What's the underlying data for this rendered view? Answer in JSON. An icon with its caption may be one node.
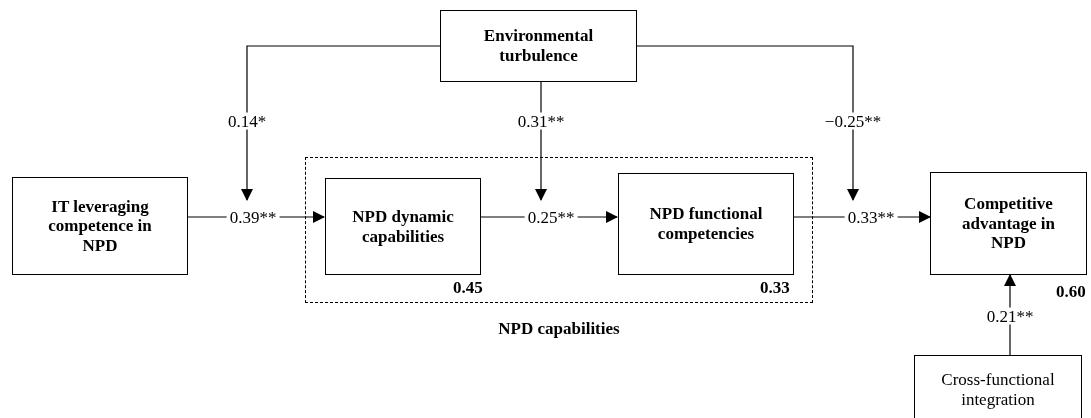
{
  "diagram": {
    "nodes": [
      {
        "text": [
          "Environmental turbulence"
        ]
      },
      {
        "text": [
          "IT leveraging competence in NPD"
        ]
      },
      {
        "text": [
          "NPD capabilities"
        ]
      },
      {
        "text": [
          "NPD dynamic capabilities"
        ],
        "in": 2,
        "beside": [
          "0.45"
        ]
      },
      {
        "text": [
          "NPD functional competencies"
        ],
        "in": 2,
        "beside": [
          "0.33"
        ]
      },
      {
        "text": [
          "Competitive advantage in NPD"
        ],
        "beside": [
          "0.60"
        ]
      },
      {
        "text": [
          "Cross-functional integration"
        ]
      }
    ],
    "edges": [
      {
        "from": 1,
        "to": 3,
        "arrow": "to",
        "label": "0.39**"
      },
      {
        "from": 3,
        "to": 4,
        "arrow": "to",
        "label": "0.25**"
      },
      {
        "from": 4,
        "to": 5,
        "arrow": "to",
        "label": "0.33**"
      },
      {
        "from": 6,
        "to": 5,
        "arrow": "to",
        "label": "0.21**"
      },
      {
        "from": 0,
        "to": null,
        "arrow": "to",
        "label": "0.14*"
      },
      {
        "from": 0,
        "to": null,
        "arrow": "to",
        "label": "0.31**"
      },
      {
        "from": 0,
        "to": null,
        "arrow": "to",
        "label": "−0.25**"
      }
    ]
  }
}
